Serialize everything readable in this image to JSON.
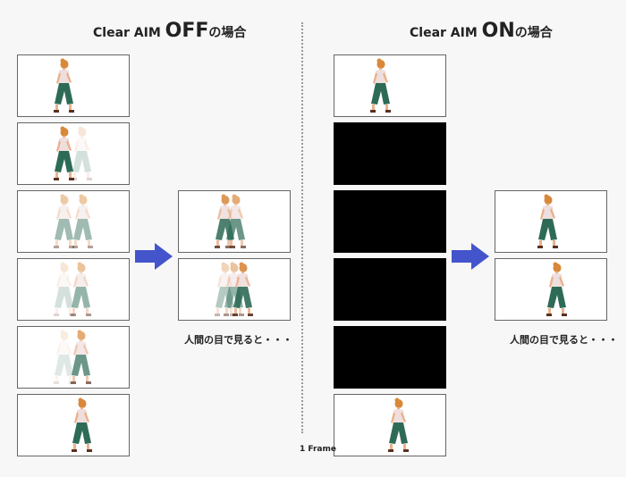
{
  "left_panel": {
    "title_prefix": "Clear AIM ",
    "title_big": "OFF",
    "title_suffix": "の場合",
    "caption": "人間の目で見ると・・・"
  },
  "right_panel": {
    "title_prefix": "Clear AIM ",
    "title_big": "ON",
    "title_suffix": "の場合",
    "caption": "人間の目で見ると・・・"
  },
  "frame_label": "1 Frame",
  "colors": {
    "arrow": "#4455cc",
    "pants": "#2e6b57",
    "hair": "#d9883a",
    "skin": "#e9b18c",
    "shirt": "#efdede"
  }
}
